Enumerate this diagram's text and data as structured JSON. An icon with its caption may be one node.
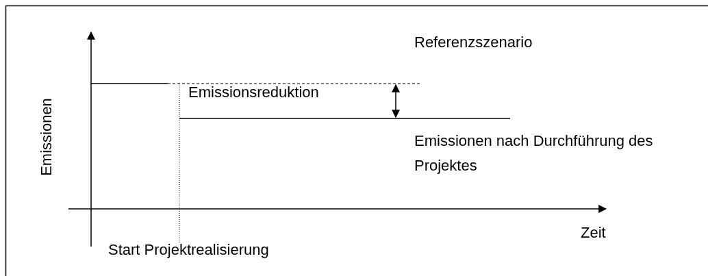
{
  "diagram": {
    "labels": [
      "Referenzszenario",
      "Emissionen",
      "Emissionsreduktion",
      "Emissionen nach Durchführung des Projektes",
      "Zeit",
      "Start Projektrealisierung"
    ]
  }
}
